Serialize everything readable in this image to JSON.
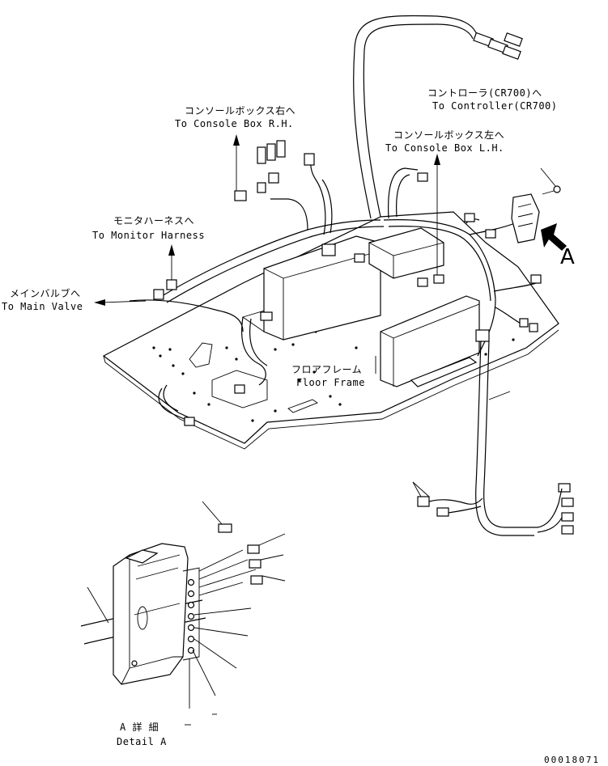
{
  "labels": {
    "controller_jp": "コントローラ(CR700)へ",
    "controller_en": "To Controller(CR700)",
    "console_rh_jp": "コンソールボックス右へ",
    "console_rh_en": "To Console Box R.H.",
    "console_lh_jp": "コンソールボックス左へ",
    "console_lh_en": "To Console Box L.H.",
    "monitor_jp": "モニタハーネスへ",
    "monitor_en": "To Monitor Harness",
    "main_valve_jp": "メインバルブへ",
    "main_valve_en": "To Main Valve",
    "floor_jp": "フロアフレーム",
    "floor_en": "Floor Frame",
    "view_marker": "A",
    "detail_jp": "A 詳 細",
    "detail_en": "Detail A",
    "drawing_code": "00018071"
  }
}
